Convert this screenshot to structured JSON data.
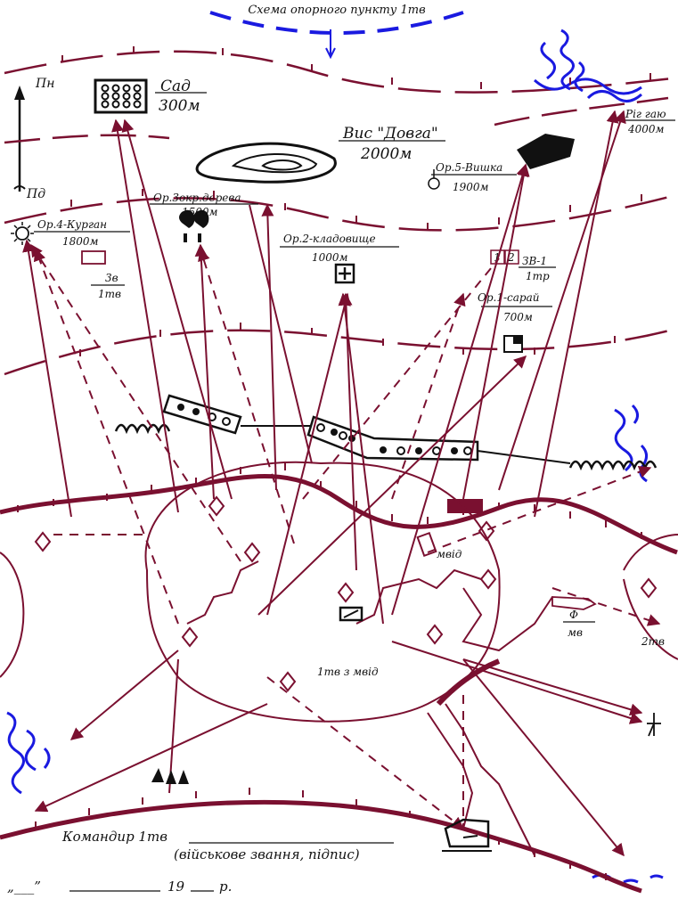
{
  "title": "Схема опорного пункту 1тв",
  "compass": {
    "north": "Пн",
    "south": "Пд"
  },
  "landmarks": {
    "garden": {
      "name": "Сад",
      "distance": "300м"
    },
    "height": {
      "name": "Вис \"Довга\"",
      "distance": "2000м"
    },
    "grove": {
      "name": "Ріг гаю",
      "distance": "4000м"
    },
    "or1": {
      "name": "Ор.1-сарай",
      "distance": "700м"
    },
    "or2": {
      "name": "Ор.2-кладовище",
      "distance": "1000м"
    },
    "or3": {
      "name": "Ор.3окр.дерева",
      "distance": "1500м"
    },
    "or4": {
      "name": "Ор.4-Курган",
      "distance": "1800м"
    },
    "or5": {
      "name": "Ор.5-Вишка",
      "distance": "1900м"
    }
  },
  "units": {
    "zv1_numbers": [
      "1",
      "2"
    ],
    "zv1": "ЗВ-1",
    "zv1_sub": "1тр",
    "zv_left": "3в",
    "zv_left_sub": "1тв",
    "mvid_right": "мвід",
    "phi": "Ф",
    "phi_sub": "мв",
    "right_unit": "2тв",
    "center_unit": "1тв з мвід"
  },
  "signature": {
    "commander": "Командир 1тв",
    "caption": "(військове звання, підпис)",
    "date_prefix": "„___”",
    "year": "19",
    "suffix": "р."
  },
  "colors": {
    "maroon": "#7a1030",
    "blue": "#1a1ae0",
    "black": "#111111"
  }
}
